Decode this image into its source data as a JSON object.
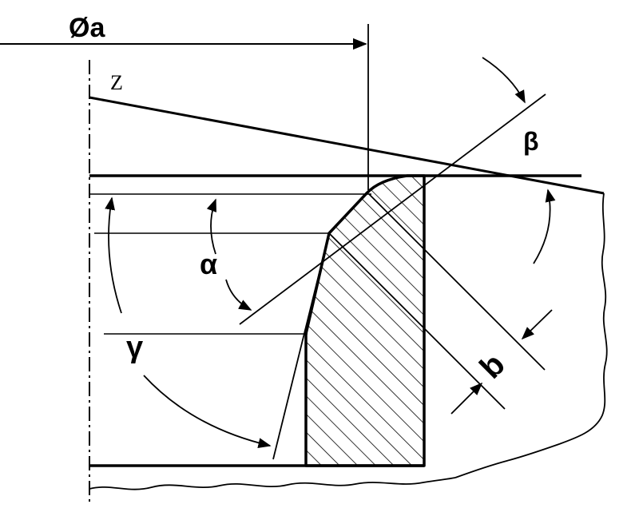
{
  "labels": {
    "diameter": "Øa",
    "z": "Z",
    "beta": "β",
    "alpha": "α",
    "gamma": "γ",
    "b": "b"
  },
  "colors": {
    "ink": "#000000",
    "paper": "#ffffff"
  }
}
